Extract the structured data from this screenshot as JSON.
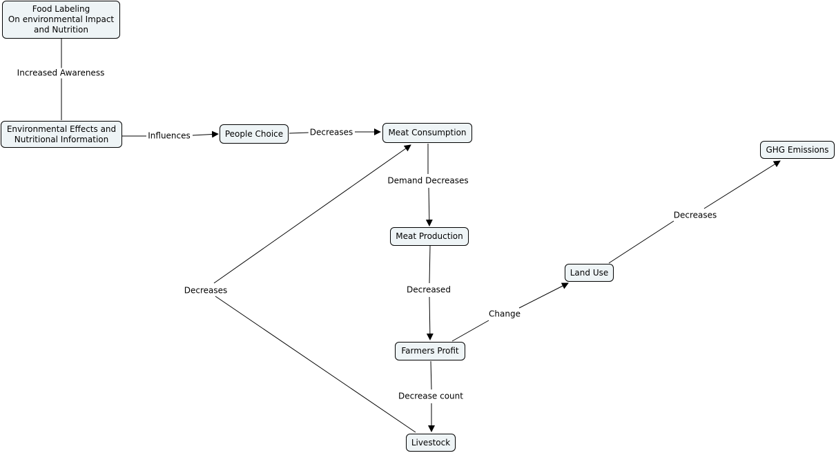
{
  "nodes": {
    "food_labeling": "Food Labeling\nOn environmental Impact\nand Nutrition",
    "env_effects": "Environmental Effects and\nNutritional Information",
    "people_choice": "People Choice",
    "meat_consumption": "Meat Consumption",
    "meat_production": "Meat Production",
    "farmers_profit": "Farmers Profit",
    "livestock": "Livestock",
    "land_use": "Land Use",
    "ghg_emissions": "GHG Emissions"
  },
  "links": {
    "increased_awareness": "Increased Awareness",
    "influences": "Influences",
    "decreases_choice": "Decreases",
    "demand_decreases": "Demand Decreases",
    "decreased": "Decreased",
    "decrease_count": "Decrease count",
    "change": "Change",
    "decreases_ghg": "Decreases",
    "decreases_livestock": "Decreases"
  }
}
